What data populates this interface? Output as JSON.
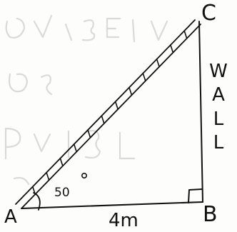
{
  "diagram": {
    "vertices": {
      "a": "A",
      "b": "B",
      "c": "C"
    },
    "angle_at_a": "50",
    "angle_degree_mark": "°",
    "base_label": "4m",
    "wall_letters": [
      "W",
      "A",
      "L",
      "L"
    ],
    "right_angle_at": "B",
    "ladder_rungs": 12
  },
  "colors": {
    "ink": "#111111",
    "paper": "#fdfdfb",
    "bleed_through": "#d4d4d4"
  }
}
